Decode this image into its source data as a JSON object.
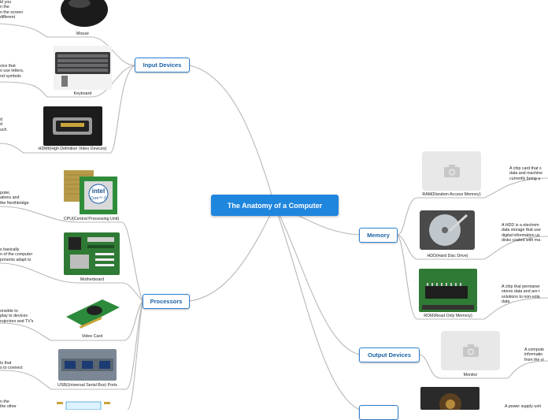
{
  "root": "The Anatomy of a Computer",
  "branches": {
    "input": "Input Devices",
    "processors": "Processors",
    "memory": "Memory",
    "output": "Output Devices"
  },
  "items": {
    "mouse": "Mouse",
    "keyboard": "Keyboard",
    "hdmi": "HDMI(High Definition Video Devices)",
    "cpu": "CPU(Central Processing Unit)",
    "motherboard": "Motherboard",
    "video_card": "Video Card",
    "usb": "USB(Universal Serial Bus) Ports",
    "ram": "RAM(Random Access Memory)",
    "hdd": "HDD(Hard Disc Drive)",
    "rom": "ROM(Read Only Memory)",
    "monitor": "Monitor"
  },
  "cpu_chip": {
    "brand": "intel",
    "model": "Core™ i7"
  },
  "descriptions": {
    "mouse": "ld you\nn the\nn the screen\ndifferent",
    "keyboard": "vice that\no use letters,\nnd symbols",
    "hdmi": "d\nd\nuch",
    "cpu": "puter,\nations and\nthe Northbridge",
    "motherboard": "s basically\nn of the computer\nponents adapt to",
    "video_card": "onsible to\nplay to devices\nrojectors and TV's",
    "usb": "ts that\ns to connect",
    "bottom_left": "n the\nthe other",
    "ram": "A chip card that s\ndata and machine\ncurrently being u",
    "hdd": "A HDD is a electrom\ndata storage that use\ndigital information us\ndisks coated with ma",
    "rom": "A chip that permaner\nstores data and are t\nsolutions to non-vola\ndata",
    "monitor": "A compute\ninformatio\nfrom the vi",
    "power": "A power supply unit"
  }
}
